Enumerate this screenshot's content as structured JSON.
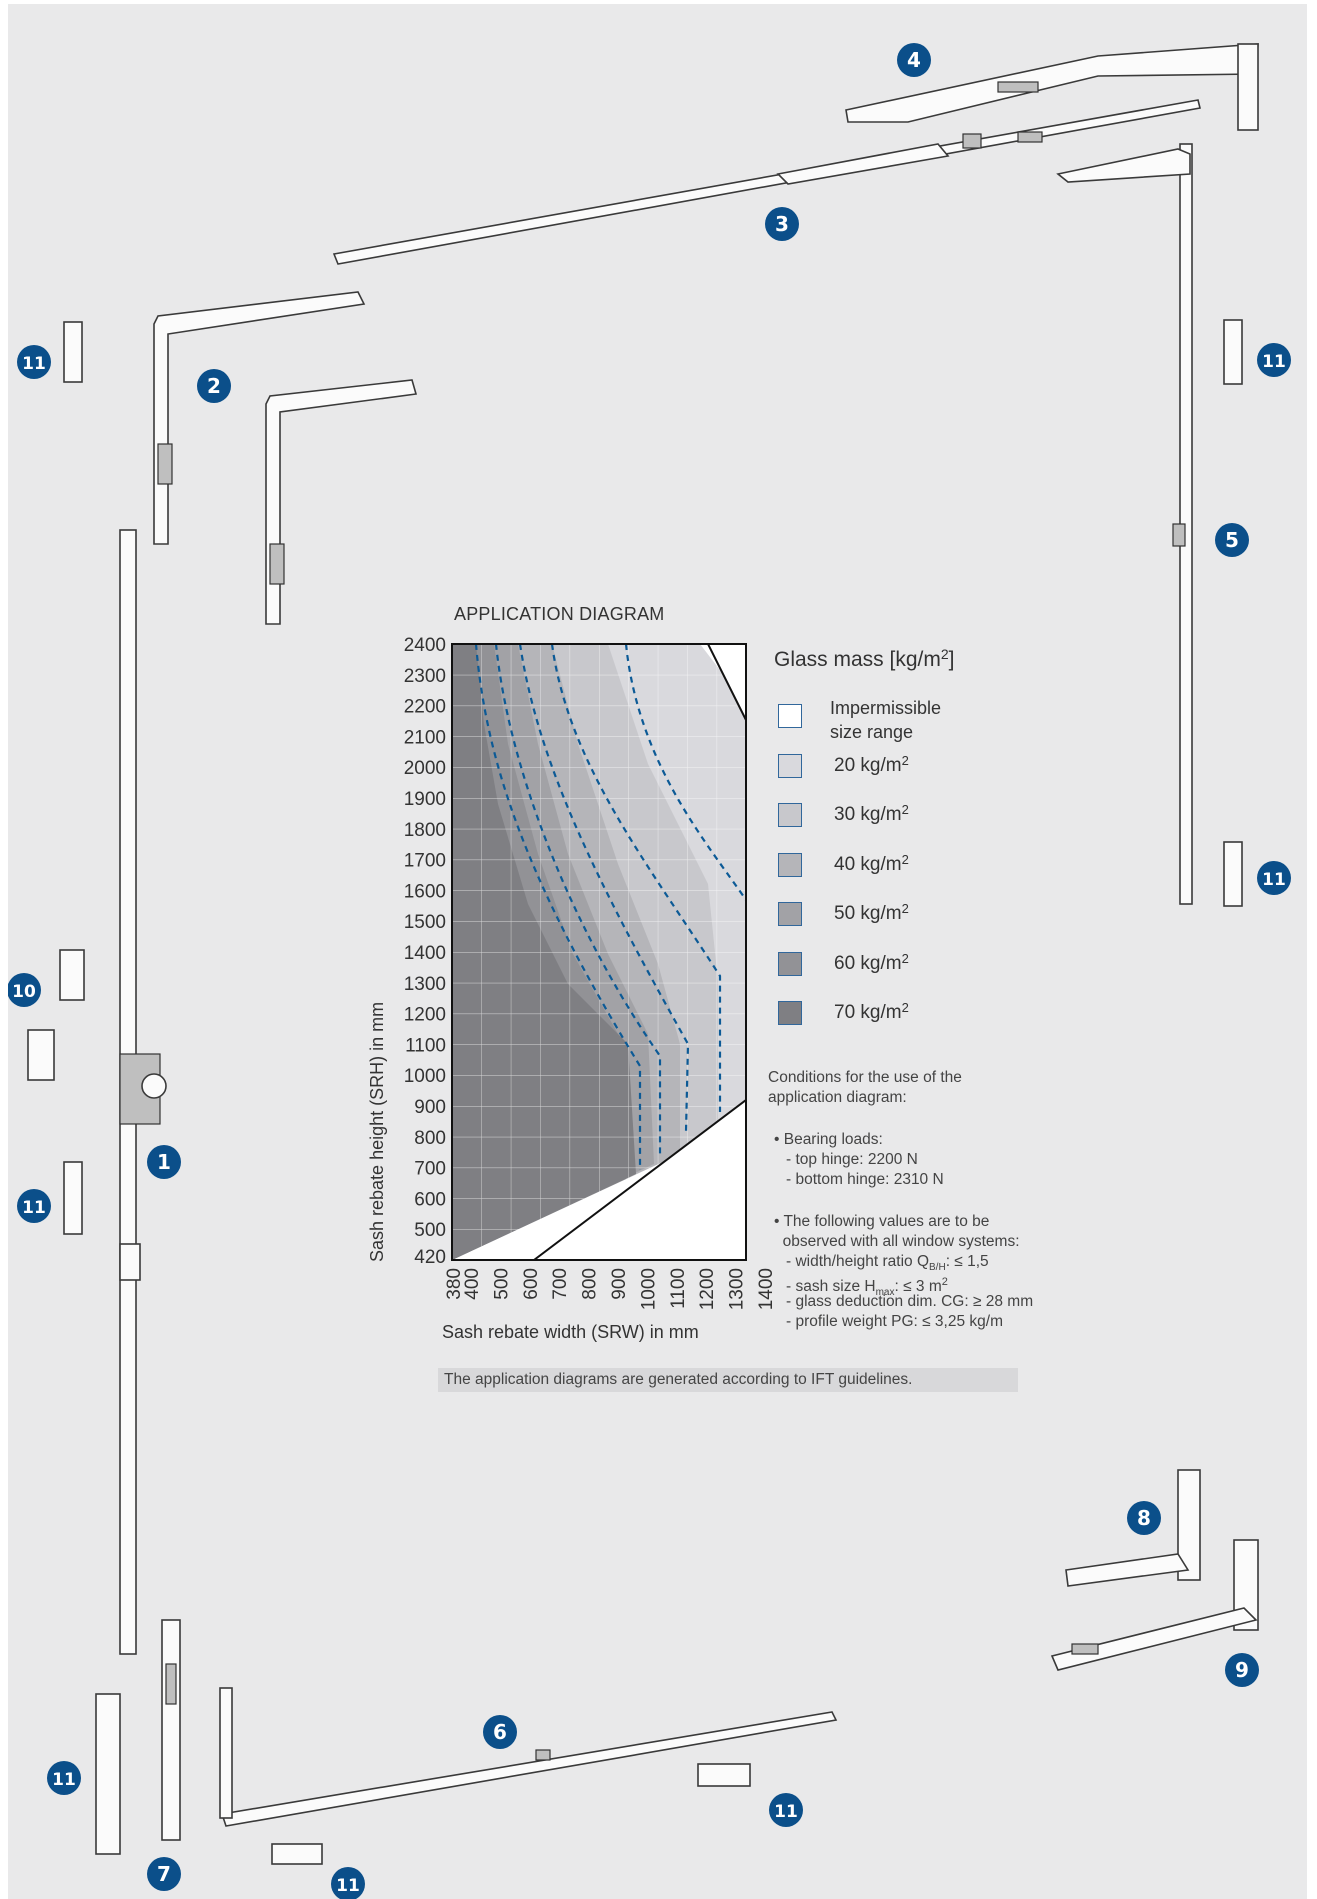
{
  "diagram": {
    "title": "APPLICATION DIAGRAM",
    "y_axis_label": "Sash rebate height (SRH) in mm",
    "x_axis_label": "Sash rebate width (SRW) in mm",
    "y_ticks": [
      "2400",
      "2300",
      "2200",
      "2100",
      "2000",
      "1900",
      "1800",
      "1700",
      "1600",
      "1500",
      "1400",
      "1300",
      "1200",
      "1100",
      "1000",
      "900",
      "800",
      "700",
      "600",
      "500",
      "420"
    ],
    "x_ticks": [
      "380",
      "400",
      "500",
      "600",
      "700",
      "800",
      "900",
      "1000",
      "1100",
      "1200",
      "1300",
      "1400"
    ]
  },
  "legend": {
    "title_main": "Glass mass [kg/m",
    "title_sup": "2",
    "title_end": "]",
    "items": [
      {
        "label": "Impermissible\nsize range",
        "color": "#ffffff"
      },
      {
        "label": "20 kg/m",
        "sup": "2",
        "color": "#d9d9dd"
      },
      {
        "label": "30 kg/m",
        "sup": "2",
        "color": "#c8c8cc"
      },
      {
        "label": "40 kg/m",
        "sup": "2",
        "color": "#b5b5b9"
      },
      {
        "label": "50 kg/m",
        "sup": "2",
        "color": "#a2a2a6"
      },
      {
        "label": "60 kg/m",
        "sup": "2",
        "color": "#929296"
      },
      {
        "label": "70 kg/m",
        "sup": "2",
        "color": "#7f7f83"
      }
    ]
  },
  "conditions": {
    "heading": "Conditions for the use of the\napplication diagram:",
    "bearing_title": "• Bearing loads:",
    "bearing_top": "- top hinge: 2200 N",
    "bearing_bottom": "- bottom hinge: 2310 N",
    "values_title": "• The following values are to be\n  observed with all window systems:",
    "ratio_pre": "- width/height ratio Q",
    "ratio_sub": "B/H",
    "ratio_post": ": ≤ 1,5",
    "sash_pre": "- sash size H",
    "sash_sub": "max",
    "sash_post": ": ≤ 3 m",
    "sash_sup": "2",
    "glass": "- glass deduction dim. CG: ≥ 28 mm",
    "profile": "- profile weight PG: ≤ 3,25 kg/m"
  },
  "footnote": "The application diagrams are generated according to IFT guidelines.",
  "badges": [
    "1",
    "2",
    "3",
    "4",
    "5",
    "6",
    "7",
    "8",
    "9",
    "10",
    "11"
  ]
}
